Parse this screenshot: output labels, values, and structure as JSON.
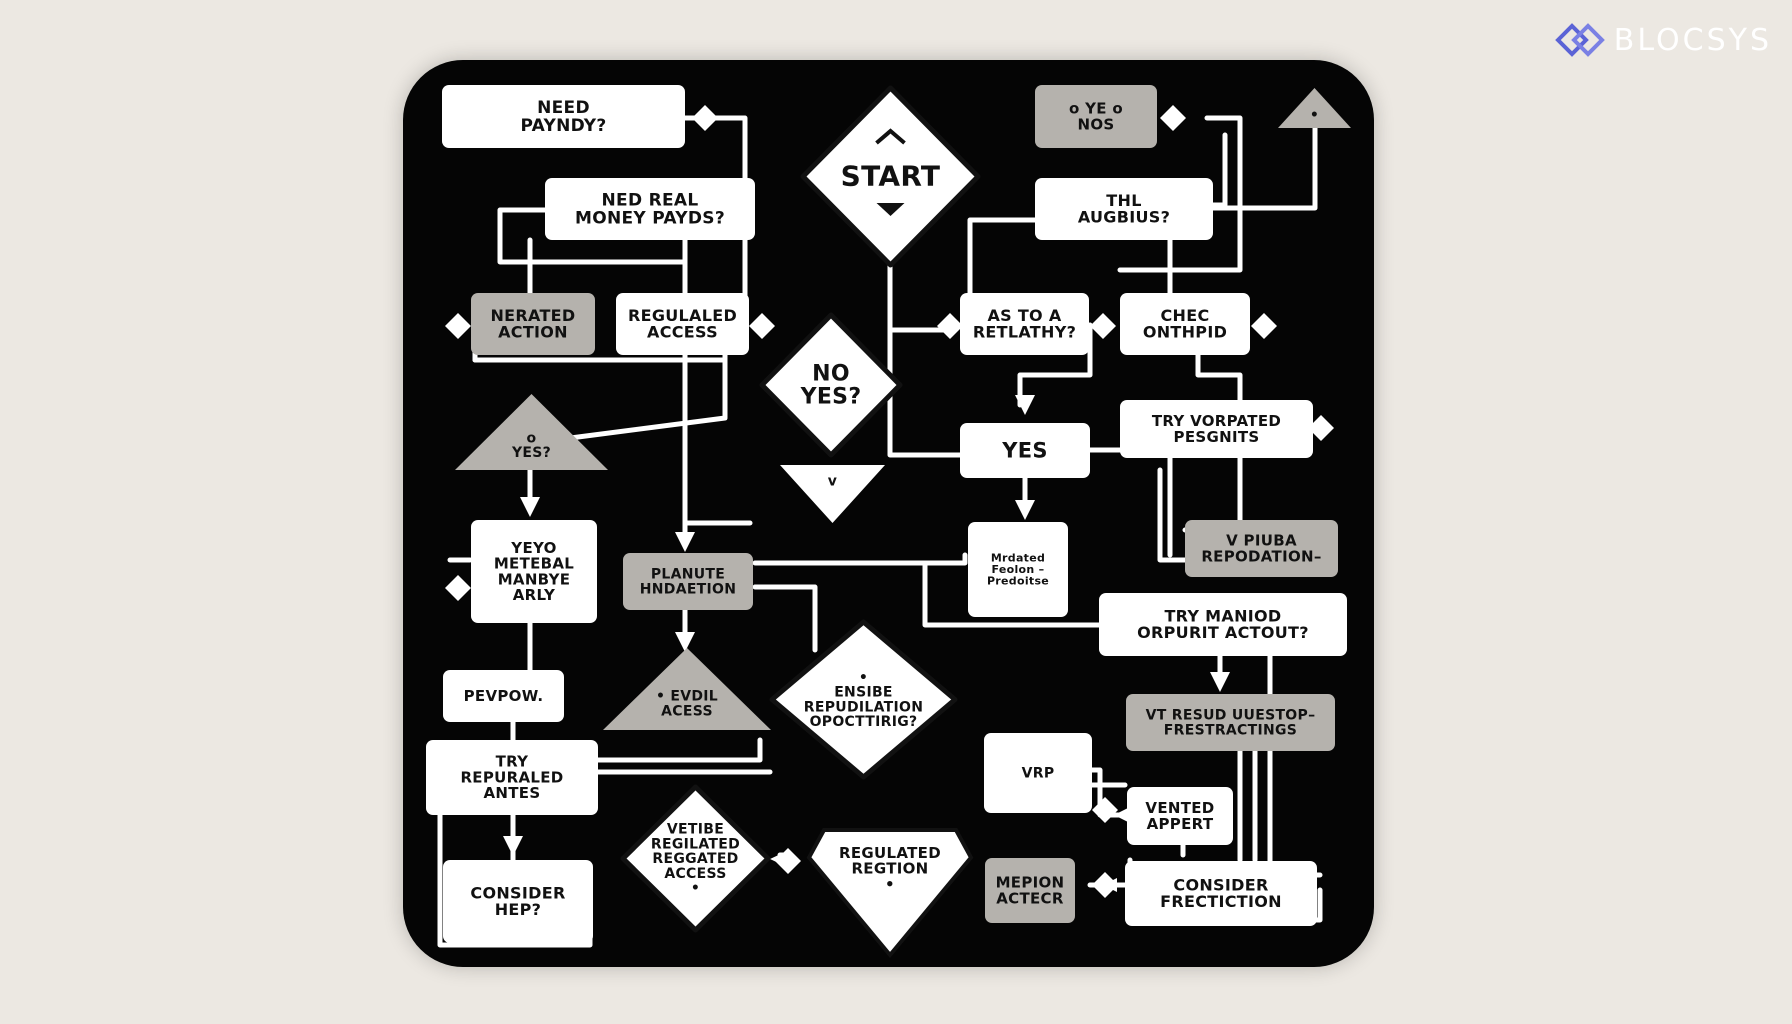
{
  "brand": {
    "name": "BLOCSYS",
    "icon": "blocsys-logo-icon",
    "color": "#5b63d6"
  },
  "colors": {
    "board": "#050505",
    "node_fill": "#ffffff",
    "node_fill_gray": "#b5b2ad",
    "line": "#ffffff",
    "text": "#111111"
  },
  "nodes": [
    {
      "id": "need-paydy",
      "shape": "rect",
      "lines": [
        "NEED",
        "PAYNDY?"
      ]
    },
    {
      "id": "need-real-money",
      "shape": "rect",
      "lines": [
        "NED REAL",
        "MONEY PAYDS?"
      ]
    },
    {
      "id": "start",
      "shape": "diamond",
      "lines": [
        "START"
      ]
    },
    {
      "id": "ye-nos",
      "shape": "rect",
      "fill": "gray",
      "lines": [
        "o  YE  o",
        "NOS"
      ]
    },
    {
      "id": "augbus",
      "shape": "rect",
      "lines": [
        "THL",
        "AUGBIUS?"
      ]
    },
    {
      "id": "top-right-triangle",
      "shape": "triangle",
      "fill": "gray",
      "lines": [
        "•"
      ]
    },
    {
      "id": "nerated-action",
      "shape": "rect",
      "fill": "gray",
      "lines": [
        "NERATED",
        "ACTION"
      ]
    },
    {
      "id": "regulaled-access",
      "shape": "rect",
      "lines": [
        "REGULALED",
        "ACCESS"
      ]
    },
    {
      "id": "no-yes",
      "shape": "diamond",
      "lines": [
        "NO",
        "YES?"
      ]
    },
    {
      "id": "as-to-a",
      "shape": "rect",
      "lines": [
        "AS TO A",
        "RETLATHY?"
      ]
    },
    {
      "id": "chec-onthpid",
      "shape": "rect",
      "lines": [
        "CHEC",
        "ONTHPID"
      ]
    },
    {
      "id": "yes-triangle",
      "shape": "triangle",
      "fill": "gray",
      "lines": [
        "o",
        "YES?"
      ]
    },
    {
      "id": "try-vorpated",
      "shape": "rect",
      "lines": [
        "TRY VORPATED",
        "PESGNITS"
      ]
    },
    {
      "id": "yes-box",
      "shape": "rect",
      "lines": [
        "YES"
      ]
    },
    {
      "id": "down-triangle",
      "shape": "triangle-down",
      "lines": [
        "v"
      ]
    },
    {
      "id": "yeyo",
      "shape": "rect",
      "lines": [
        "YEYO",
        "METEBAL",
        "MANBYE",
        "ARLY"
      ]
    },
    {
      "id": "planute",
      "shape": "rect",
      "fill": "gray",
      "lines": [
        "PLANUTE",
        "HNDAETION"
      ]
    },
    {
      "id": "mrdated",
      "shape": "rect",
      "lines": [
        "Mrdated",
        "Feolon –",
        "Predoitse"
      ]
    },
    {
      "id": "v-piuba",
      "shape": "rect",
      "fill": "gray",
      "lines": [
        "V PIUBA",
        "REPODATION–"
      ]
    },
    {
      "id": "try-maniod",
      "shape": "rect",
      "lines": [
        "TRY MANIOD",
        "ORPURIT ACTOUT?"
      ]
    },
    {
      "id": "pevpow",
      "shape": "rect",
      "lines": [
        "PEVPOW."
      ]
    },
    {
      "id": "evdil-access",
      "shape": "triangle",
      "fill": "gray",
      "lines": [
        "• EVDIL",
        "ACESS"
      ]
    },
    {
      "id": "ensible",
      "shape": "diamond",
      "lines": [
        "•",
        "ENSIBE",
        "REPUDILATION",
        "OPOCTTIRIG?"
      ]
    },
    {
      "id": "vt-resud",
      "shape": "rect",
      "fill": "gray",
      "lines": [
        "VT  RESUD  UUESTOP–",
        "FRESTRACTINGS"
      ]
    },
    {
      "id": "try-repuraled",
      "shape": "rect",
      "lines": [
        "TRY",
        "REPURALED",
        "ANTES"
      ]
    },
    {
      "id": "vrp",
      "shape": "rect",
      "lines": [
        "VRP"
      ]
    },
    {
      "id": "vented",
      "shape": "rect",
      "lines": [
        "VENTED",
        "APPERT"
      ]
    },
    {
      "id": "vetibe",
      "shape": "diamond",
      "lines": [
        "VETIBE",
        "REGILATED",
        "REGGATED",
        "ACCESS",
        "•"
      ]
    },
    {
      "id": "regulated-region",
      "shape": "pentagon",
      "lines": [
        "REGULATED",
        "REGTION",
        "•"
      ]
    },
    {
      "id": "consider-hep",
      "shape": "rect",
      "lines": [
        "CONSIDER",
        "HEP?"
      ]
    },
    {
      "id": "mepion",
      "shape": "rect",
      "fill": "gray",
      "lines": [
        "MEPION",
        "ACTECR"
      ]
    },
    {
      "id": "consider-frectiction",
      "shape": "rect",
      "lines": [
        "CONSIDER",
        "FRECTICTION"
      ]
    }
  ]
}
